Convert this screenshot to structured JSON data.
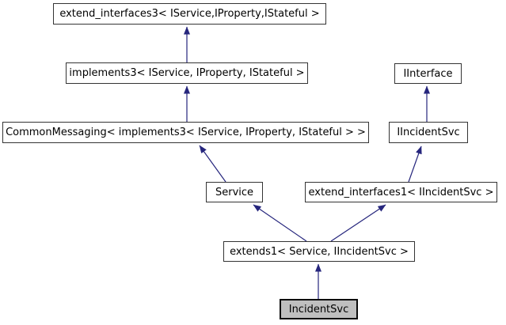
{
  "diagram": {
    "kind": "class-inheritance-graph",
    "highlighted_node": "IncidentSvc",
    "colors": {
      "background": "#ffffff",
      "node_fill": "#ffffff",
      "node_border": "#343434",
      "node_text": "#000000",
      "highlight_fill": "#bfbfbf",
      "arrow": "#26267d"
    },
    "nodes": [
      {
        "id": "extend_interfaces3",
        "label": "extend_interfaces3< IService,IProperty,IStateful >",
        "highlighted": false
      },
      {
        "id": "implements3",
        "label": "implements3< IService, IProperty, IStateful >",
        "highlighted": false
      },
      {
        "id": "CommonMessaging",
        "label": "CommonMessaging< implements3< IService, IProperty, IStateful > >",
        "highlighted": false
      },
      {
        "id": "IInterface",
        "label": "IInterface",
        "highlighted": false
      },
      {
        "id": "IIncidentSvc",
        "label": "IIncidentSvc",
        "highlighted": false
      },
      {
        "id": "Service",
        "label": "Service",
        "highlighted": false
      },
      {
        "id": "extend_interfaces1",
        "label": "extend_interfaces1< IIncidentSvc >",
        "highlighted": false
      },
      {
        "id": "extends1",
        "label": "extends1< Service, IIncidentSvc >",
        "highlighted": false
      },
      {
        "id": "IncidentSvc",
        "label": "IncidentSvc",
        "highlighted": true
      }
    ],
    "edges": [
      {
        "from": "implements3",
        "to": "extend_interfaces3"
      },
      {
        "from": "CommonMessaging",
        "to": "implements3"
      },
      {
        "from": "Service",
        "to": "CommonMessaging"
      },
      {
        "from": "IIncidentSvc",
        "to": "IInterface"
      },
      {
        "from": "extend_interfaces1",
        "to": "IIncidentSvc"
      },
      {
        "from": "extends1",
        "to": "Service"
      },
      {
        "from": "extends1",
        "to": "extend_interfaces1"
      },
      {
        "from": "IncidentSvc",
        "to": "extends1"
      }
    ]
  }
}
